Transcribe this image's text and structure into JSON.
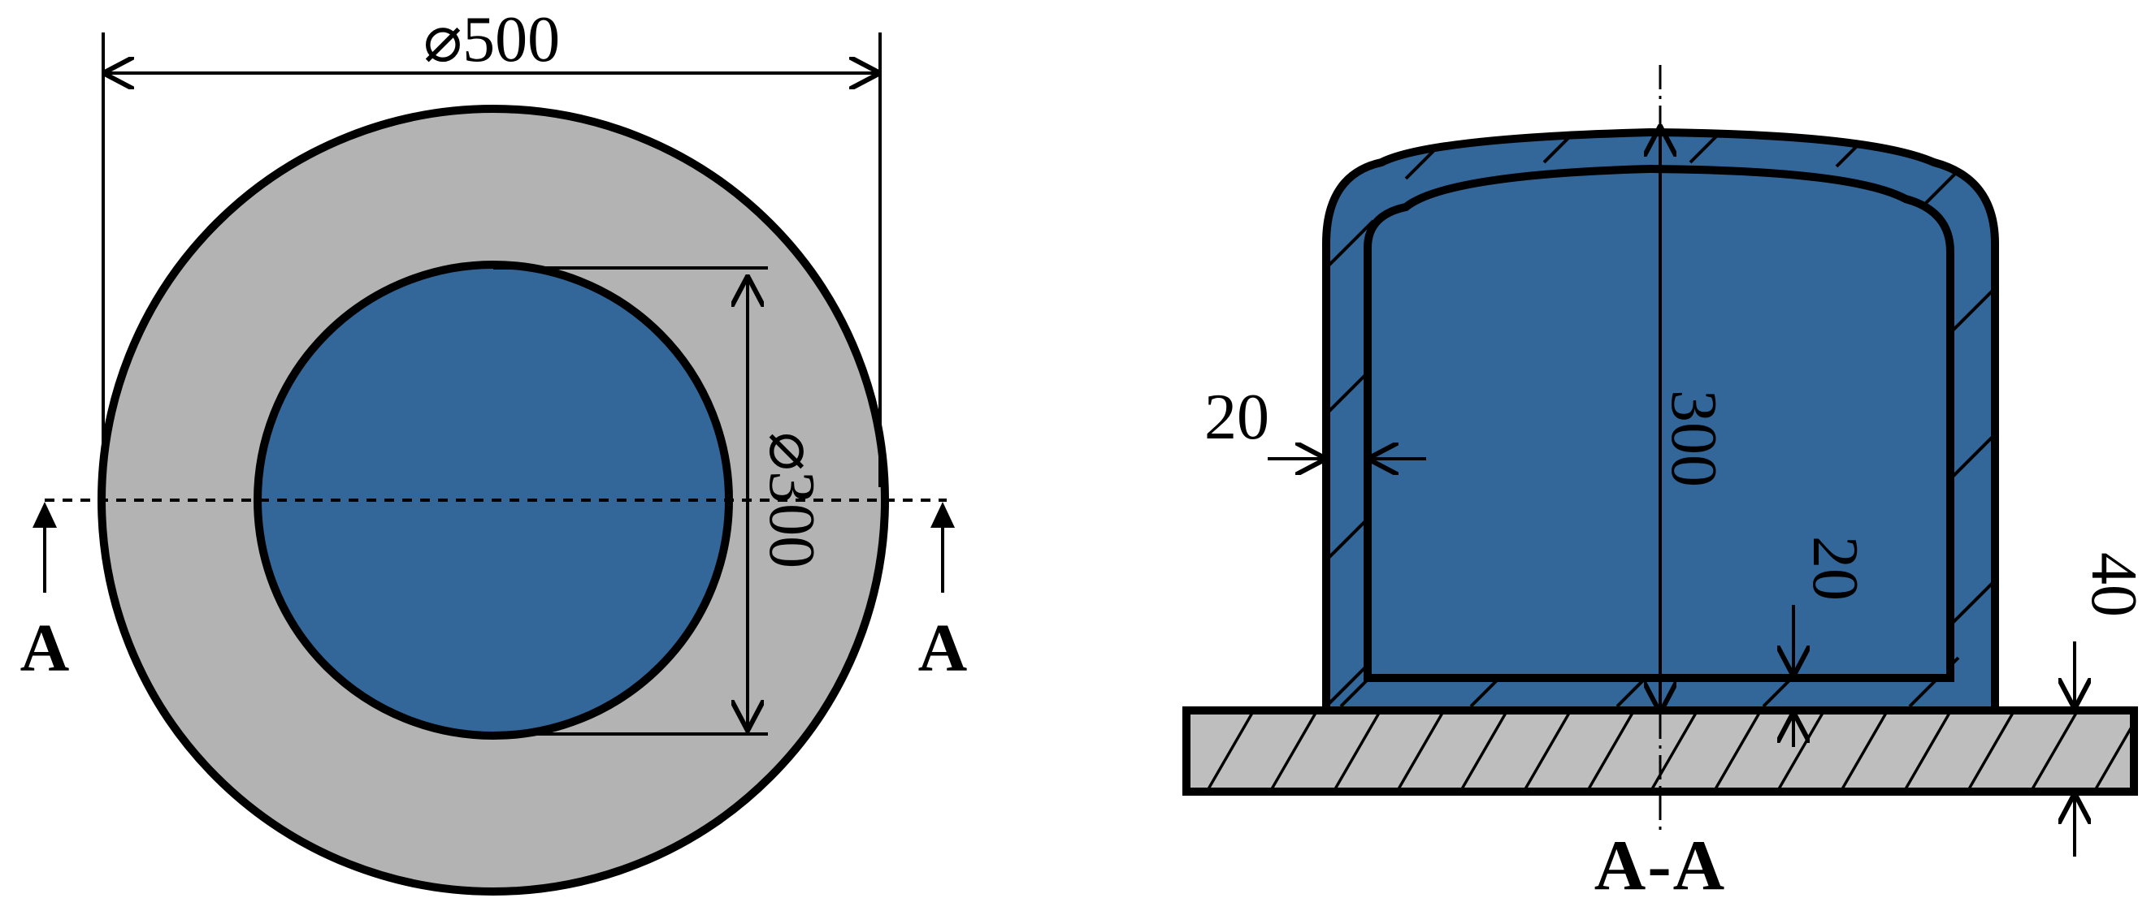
{
  "colors": {
    "insulation_fill": "#B3B3B3",
    "core_fill": "#336699",
    "base_fill": "#BEBEBE",
    "outline": "#000000"
  },
  "plan_view": {
    "outer_diameter_label": "⌀500",
    "inner_diameter_label": "⌀300",
    "section_mark_left": "A",
    "section_mark_right": "A"
  },
  "section_view": {
    "title": "A-A",
    "wall_thickness_label": "20",
    "height_label": "300",
    "bottom_thickness_label": "20",
    "base_thickness_label": "40"
  }
}
